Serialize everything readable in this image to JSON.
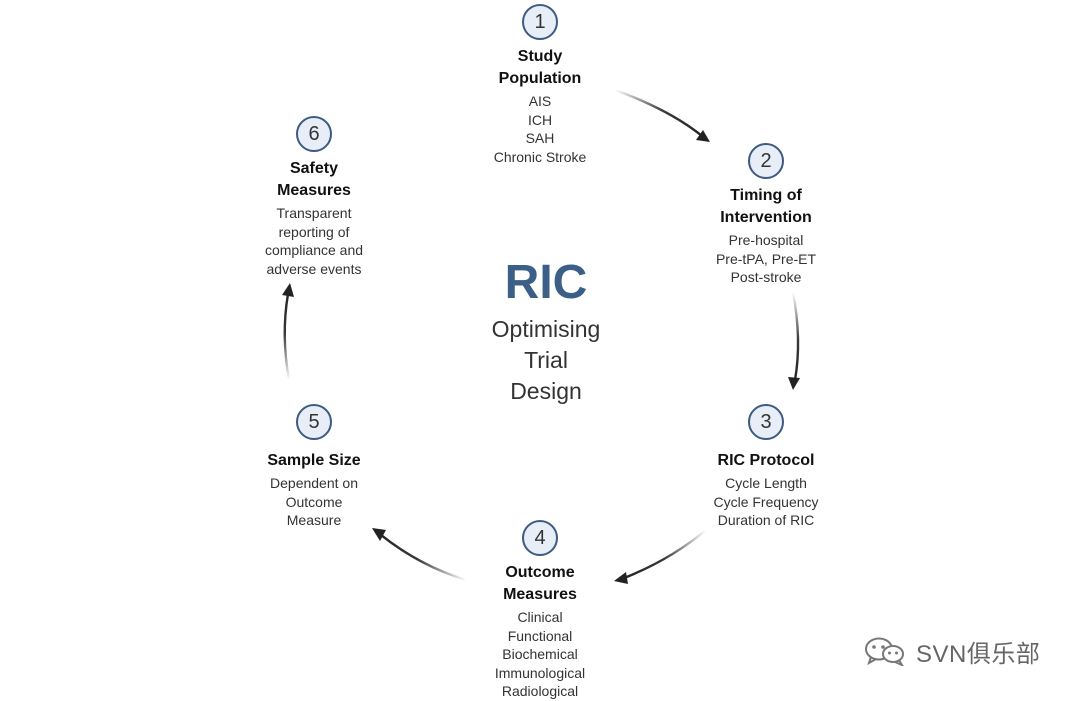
{
  "center": {
    "acronym": "RIC",
    "subtitle_lines": [
      "Optimising",
      "Trial",
      "Design"
    ]
  },
  "steps": [
    {
      "number": "1",
      "title_lines": [
        "Study",
        "Population"
      ],
      "lines": [
        "AIS",
        "ICH",
        "SAH",
        "Chronic Stroke"
      ]
    },
    {
      "number": "2",
      "title_lines": [
        "Timing of",
        "Intervention"
      ],
      "lines": [
        "Pre-hospital",
        "Pre-tPA, Pre-ET",
        "Post-stroke"
      ]
    },
    {
      "number": "3",
      "title_lines": [
        "RIC Protocol"
      ],
      "lines": [
        "Cycle Length",
        "Cycle Frequency",
        "Duration of RIC"
      ]
    },
    {
      "number": "4",
      "title_lines": [
        "Outcome",
        "Measures"
      ],
      "lines": [
        "Clinical",
        "Functional",
        "Biochemical",
        "Immunological",
        "Radiological"
      ]
    },
    {
      "number": "5",
      "title_lines": [
        "Sample Size"
      ],
      "lines": [
        "Dependent on",
        "Outcome",
        "Measure"
      ]
    },
    {
      "number": "6",
      "title_lines": [
        "Safety",
        "Measures"
      ],
      "lines": [
        "Transparent",
        "reporting of",
        "compliance and",
        "adverse events"
      ]
    }
  ],
  "watermark": {
    "text": "SVN俱乐部",
    "icon": "wechat-icon"
  },
  "colors": {
    "accent": "#3b5f86",
    "circle_border": "#3d5a80",
    "circle_fill": "#e8eef7",
    "arrow": "#222222"
  }
}
